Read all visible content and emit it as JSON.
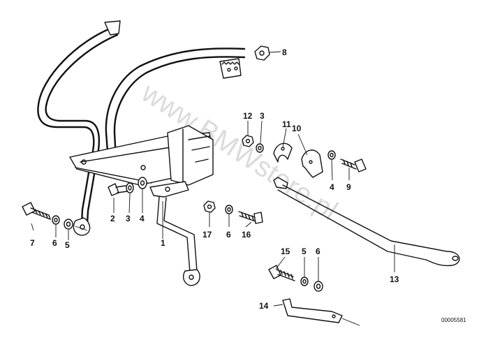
{
  "watermark": "www.BMWstore.pl",
  "diagram_code": "00005581",
  "callouts": {
    "c1": "1",
    "c2": "2",
    "c3a": "3",
    "c4a": "4",
    "c5a": "5",
    "c6a": "6",
    "c7": "7",
    "c8": "8",
    "c12": "12",
    "c3b": "3",
    "c11": "11",
    "c10": "10",
    "c4b": "4",
    "c9": "9",
    "c17": "17",
    "c6b": "6",
    "c16": "16",
    "c13": "13",
    "c15": "15",
    "c5b": "5",
    "c6c": "6",
    "c14": "14"
  },
  "stroke_color": "#111111",
  "background": "#ffffff"
}
